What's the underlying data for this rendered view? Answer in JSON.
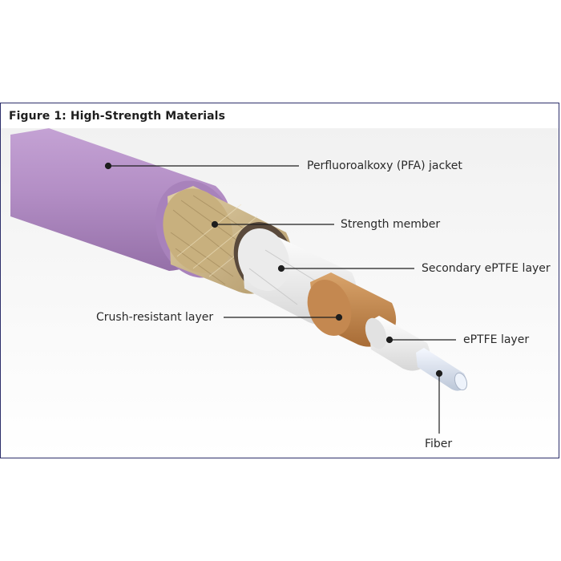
{
  "figure": {
    "title": "Figure 1: High-Strength Materials"
  },
  "labels": {
    "jacket": "Perfluoroalkoxy (PFA) jacket",
    "strength": "Strength member",
    "secondary": "Secondary ePTFE layer",
    "crush": "Crush-resistant layer",
    "eptfe": "ePTFE layer",
    "fiber": "Fiber"
  },
  "colors": {
    "jacket": "#b48fc6",
    "strength": "#cdb98f",
    "secondary": "#f2f2f2",
    "crush": "#c98f56",
    "eptfe": "#f7f7f7",
    "fiber": "#dce6f5",
    "frame": "#2d2f6b"
  }
}
